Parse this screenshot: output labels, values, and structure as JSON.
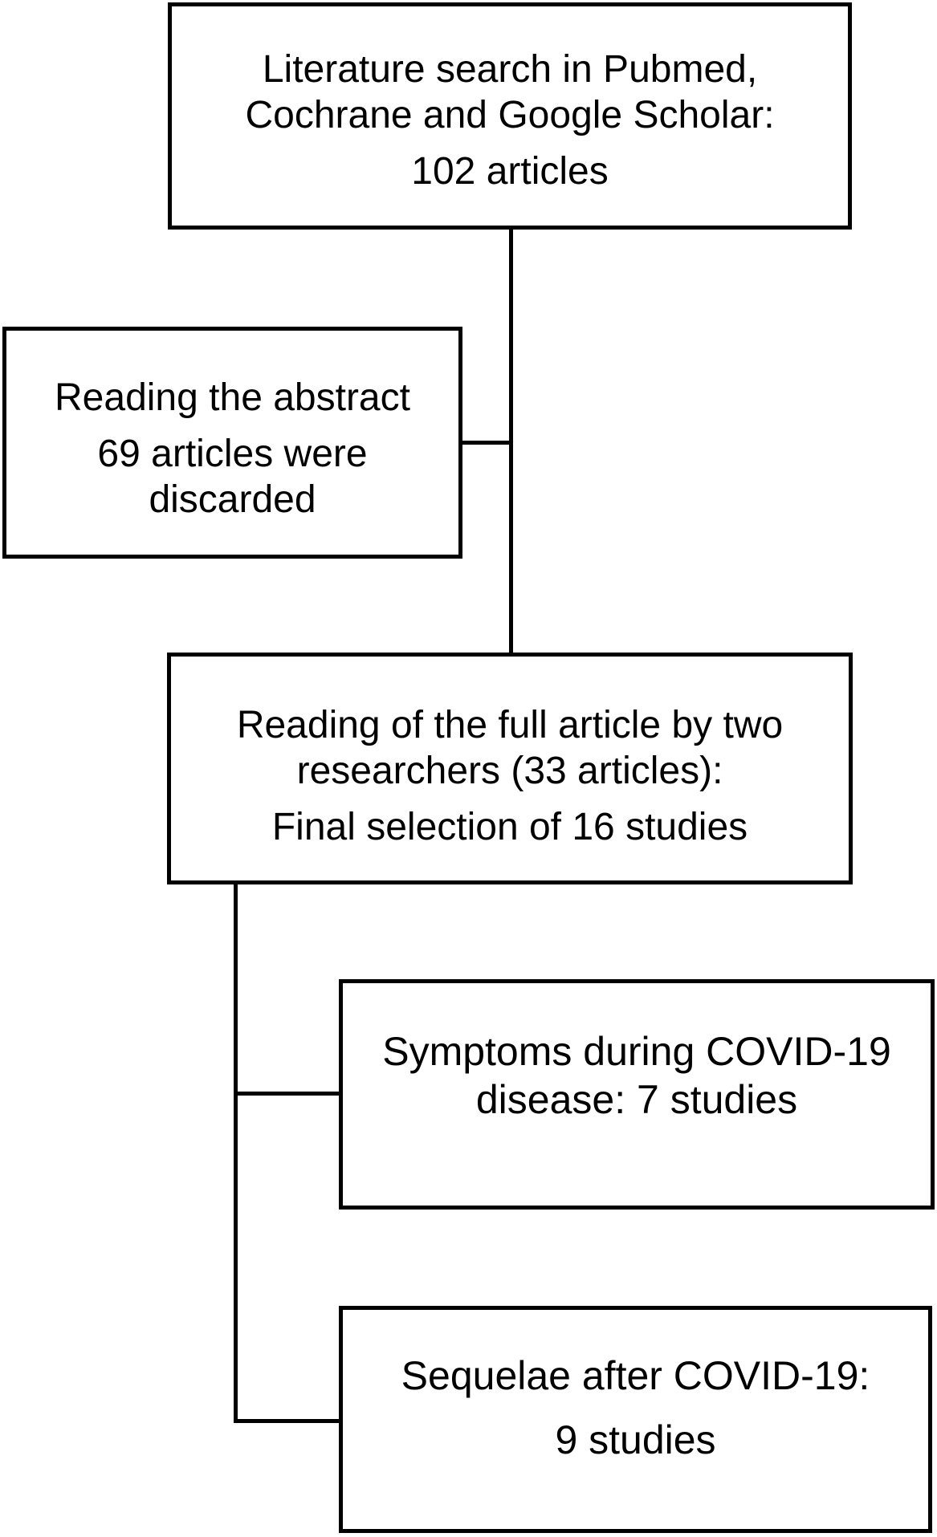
{
  "diagram": {
    "type": "flowchart",
    "colors": {
      "background": "#ffffff",
      "line": "#000000",
      "text": "#000000"
    },
    "boxes": {
      "search": {
        "para1_line1": "Literature search in Pubmed,",
        "para1_line2": "Cochrane and Google Scholar:",
        "para2": "102 articles"
      },
      "abstract": {
        "para1": "Reading the abstract",
        "para2_line1": "69 articles were",
        "para2_line2": "discarded"
      },
      "full_article": {
        "para1_line1": "Reading of the full article by two",
        "para1_line2": "researchers (33 articles):",
        "para2": "Final selection of 16 studies"
      },
      "symptoms": {
        "line1": "Symptoms during COVID-19",
        "line2": "disease: 7 studies"
      },
      "sequelae": {
        "para1": "Sequelae after COVID-19:",
        "para2": "9 studies"
      }
    },
    "edges": [
      {
        "from": "search",
        "to": "full_article"
      },
      {
        "from": "search_to_full_article_trunk",
        "to": "abstract"
      },
      {
        "from": "full_article",
        "to": "symptoms"
      },
      {
        "from": "full_article",
        "to": "sequelae"
      }
    ]
  }
}
